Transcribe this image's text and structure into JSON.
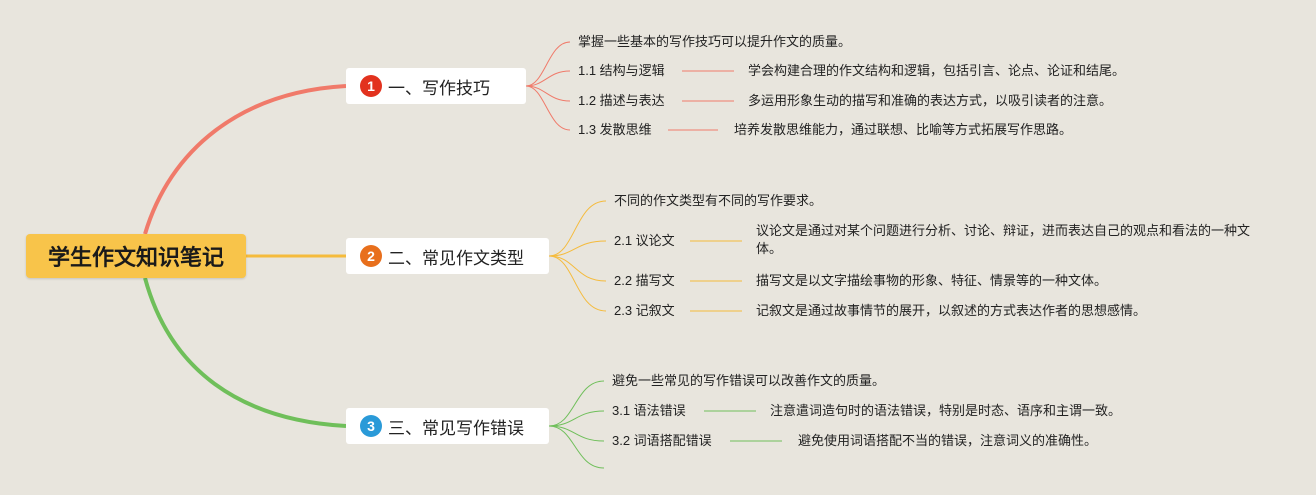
{
  "root": {
    "title": "学生作文知识笔记"
  },
  "colors": {
    "root": "#f8c44a",
    "branch1": "#f07a6a",
    "branch2": "#f5bb3c",
    "branch3": "#6fbf5a",
    "badge1": "#e2321e",
    "badge2": "#e86f1c",
    "badge3": "#2a9ad8"
  },
  "branches": [
    {
      "badge": "1",
      "title": "一、写作技巧",
      "summary": "掌握一些基本的写作技巧可以提升作文的质量。",
      "items": [
        {
          "label": "1.1 结构与逻辑",
          "desc": "学会构建合理的作文结构和逻辑，包括引言、论点、论证和结尾。"
        },
        {
          "label": "1.2 描述与表达",
          "desc": "多运用形象生动的描写和准确的表达方式，以吸引读者的注意。"
        },
        {
          "label": "1.3 发散思维",
          "desc": "培养发散思维能力，通过联想、比喻等方式拓展写作思路。"
        }
      ]
    },
    {
      "badge": "2",
      "title": "二、常见作文类型",
      "summary": "不同的作文类型有不同的写作要求。",
      "items": [
        {
          "label": "2.1 议论文",
          "desc": "议论文是通过对某个问题进行分析、讨论、辩证，进而表达自己的观点和看法的一种文体。"
        },
        {
          "label": "2.2 描写文",
          "desc": "描写文是以文字描绘事物的形象、特征、情景等的一种文体。"
        },
        {
          "label": "2.3 记叙文",
          "desc": "记叙文是通过故事情节的展开，以叙述的方式表达作者的思想感情。"
        }
      ]
    },
    {
      "badge": "3",
      "title": "三、常见写作错误",
      "summary": "避免一些常见的写作错误可以改善作文的质量。",
      "items": [
        {
          "label": "3.1 语法错误",
          "desc": "注意遣词造句时的语法错误，特别是时态、语序和主谓一致。"
        },
        {
          "label": "3.2 词语搭配错误",
          "desc": "避免使用词语搭配不当的错误，注意词义的准确性。"
        }
      ]
    }
  ]
}
